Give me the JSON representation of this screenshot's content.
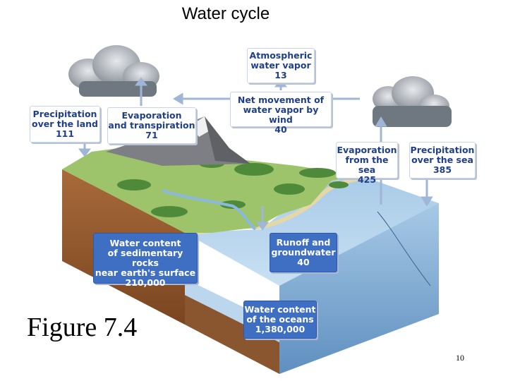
{
  "title": "Water cycle",
  "figure_label": "Figure 7.4",
  "page_number": "10",
  "labels": {
    "atmospheric": {
      "line1": "Atmospheric",
      "line2": "water vapor",
      "value": "13"
    },
    "net_movement": {
      "line1": "Net movement of",
      "line2": "water vapor by wind",
      "value": "40"
    },
    "precip_land": {
      "line1": "Precipitation",
      "line2": "over the land",
      "value": "111"
    },
    "evap_transp": {
      "line1": "Evaporation",
      "line2": "and transpiration",
      "value": "71"
    },
    "evap_sea": {
      "line1": "Evaporation",
      "line2": "from the sea",
      "value": "425"
    },
    "precip_sea": {
      "line1": "Precipitation",
      "line2": "over the sea",
      "value": "385"
    },
    "sedimentary": {
      "line1": "Water content",
      "line2": "of sedimentary rocks",
      "line3": "near earth's surface",
      "value": "210,000"
    },
    "runoff": {
      "line1": "Runoff and",
      "line2": "groundwater",
      "value": "40"
    },
    "oceans": {
      "line1": "Water content",
      "line2": "of the oceans",
      "value": "1,380,000"
    }
  }
}
